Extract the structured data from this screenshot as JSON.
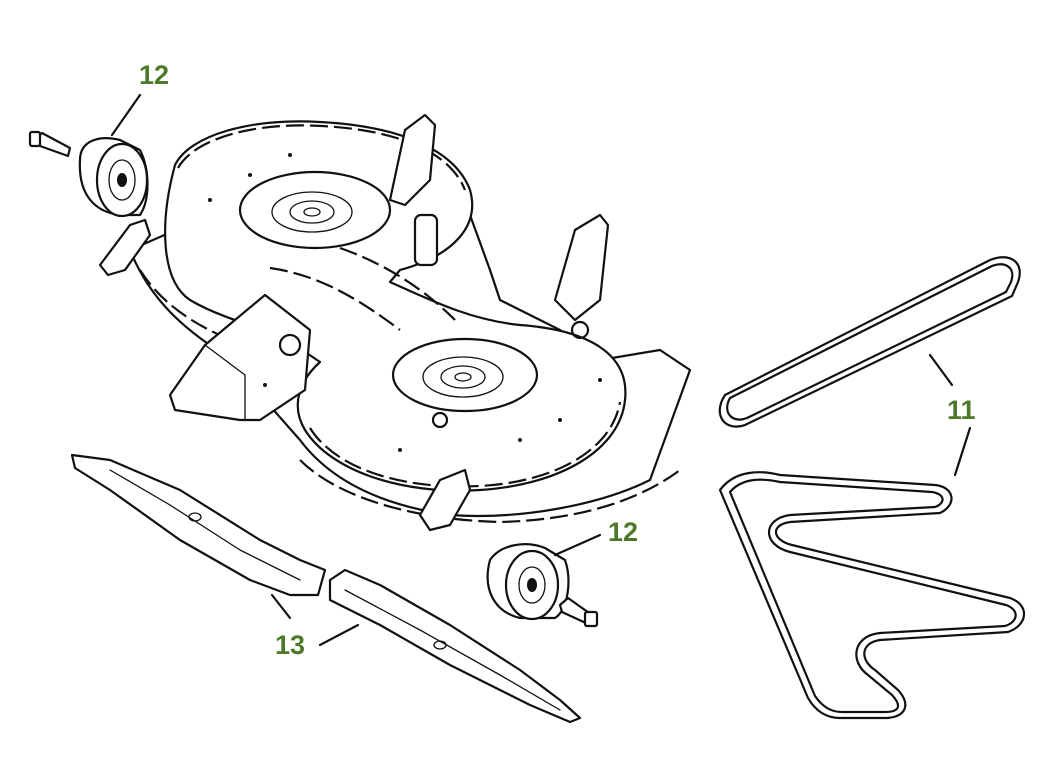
{
  "colors": {
    "callout": "#4d7a2a",
    "ink": "#111111",
    "background": "#ffffff"
  },
  "callouts": {
    "gauge_wheel_top": "12",
    "gauge_wheel_bottom": "12",
    "drive_belts": "11",
    "mower_blades": "13"
  },
  "parts": [
    "mower-deck-shell",
    "gauge-wheel",
    "shoulder-bolt",
    "mower-blade",
    "deck-drive-belt",
    "mower-drive-belt"
  ]
}
